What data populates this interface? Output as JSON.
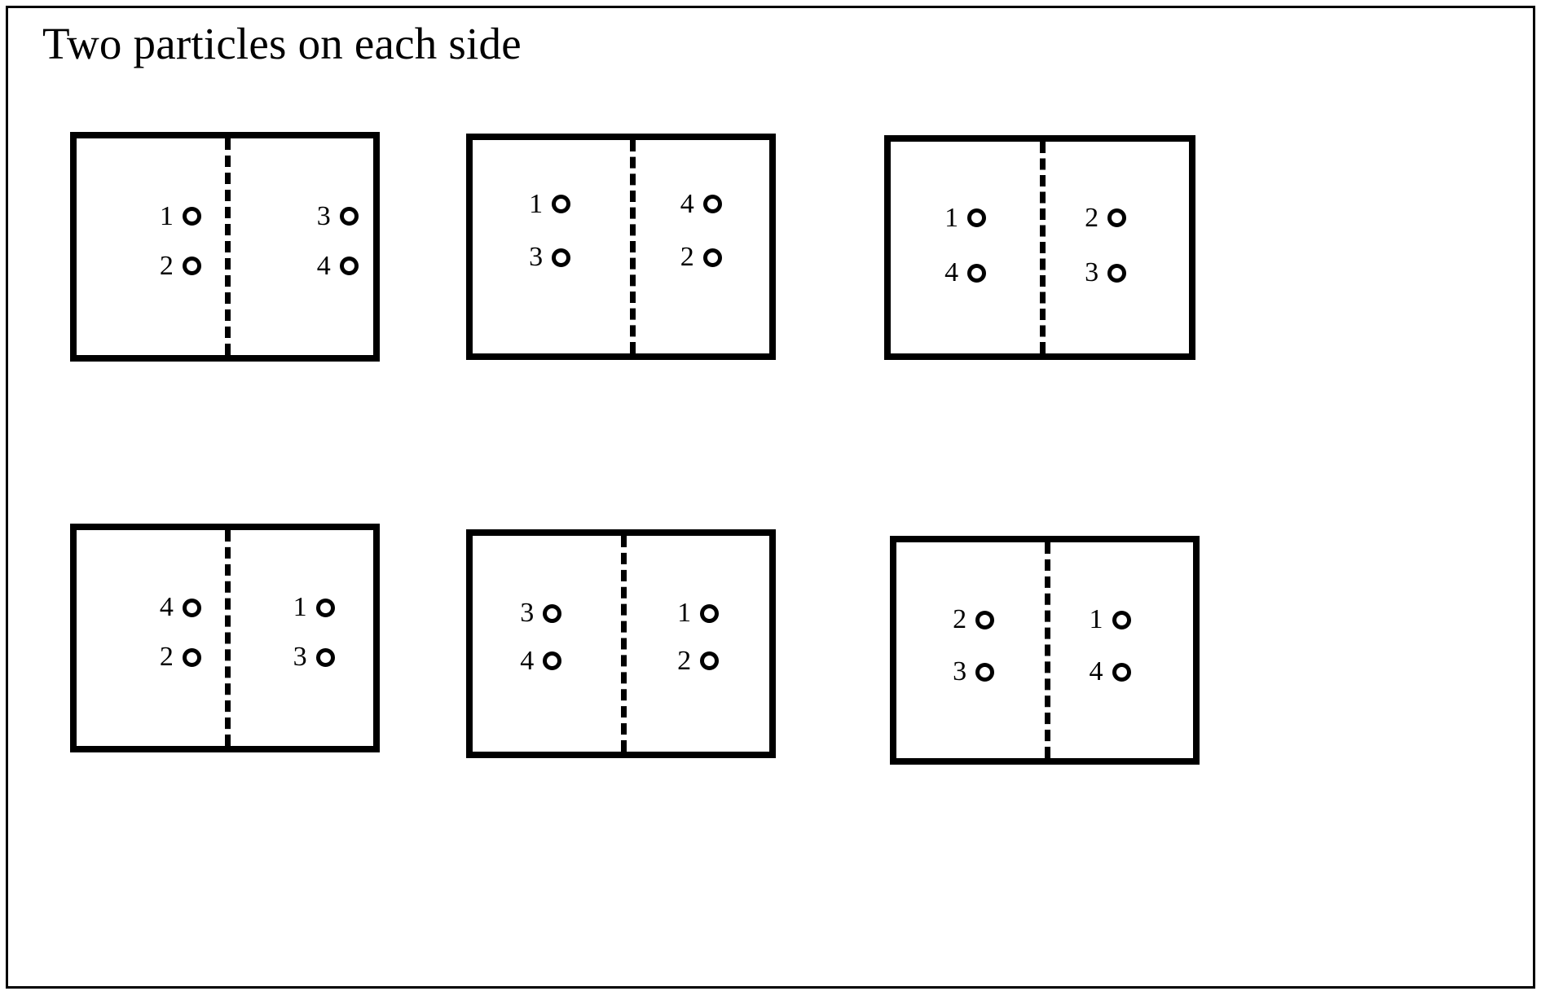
{
  "slide": {
    "title": "Two particles on each side",
    "background_color": "#ffffff",
    "ink_color": "#000000",
    "border_color": "#000000"
  },
  "diagram": {
    "description": "Six rectangular containers, each split by a vertical dashed line into a left half and a right half, with two numbered particles on each side.",
    "particle_glyph": "open-circle",
    "boxes": [
      {
        "id": "box-1",
        "left_side": [
          {
            "label": "1",
            "row": "top"
          },
          {
            "label": "2",
            "row": "bottom"
          }
        ],
        "right_side": [
          {
            "label": "3",
            "row": "top"
          },
          {
            "label": "4",
            "row": "bottom"
          }
        ]
      },
      {
        "id": "box-2",
        "left_side": [
          {
            "label": "1",
            "row": "top"
          },
          {
            "label": "3",
            "row": "bottom"
          }
        ],
        "right_side": [
          {
            "label": "4",
            "row": "top"
          },
          {
            "label": "2",
            "row": "bottom"
          }
        ]
      },
      {
        "id": "box-3",
        "left_side": [
          {
            "label": "1",
            "row": "top"
          },
          {
            "label": "4",
            "row": "bottom"
          }
        ],
        "right_side": [
          {
            "label": "2",
            "row": "top"
          },
          {
            "label": "3",
            "row": "bottom"
          }
        ]
      },
      {
        "id": "box-4",
        "left_side": [
          {
            "label": "4",
            "row": "top"
          },
          {
            "label": "2",
            "row": "bottom"
          }
        ],
        "right_side": [
          {
            "label": "1",
            "row": "top"
          },
          {
            "label": "3",
            "row": "bottom"
          }
        ]
      },
      {
        "id": "box-5",
        "left_side": [
          {
            "label": "3",
            "row": "top"
          },
          {
            "label": "4",
            "row": "bottom"
          }
        ],
        "right_side": [
          {
            "label": "1",
            "row": "top"
          },
          {
            "label": "2",
            "row": "bottom"
          }
        ]
      },
      {
        "id": "box-6",
        "left_side": [
          {
            "label": "2",
            "row": "top"
          },
          {
            "label": "3",
            "row": "bottom"
          }
        ],
        "right_side": [
          {
            "label": "1",
            "row": "top"
          },
          {
            "label": "4",
            "row": "bottom"
          }
        ]
      }
    ]
  }
}
